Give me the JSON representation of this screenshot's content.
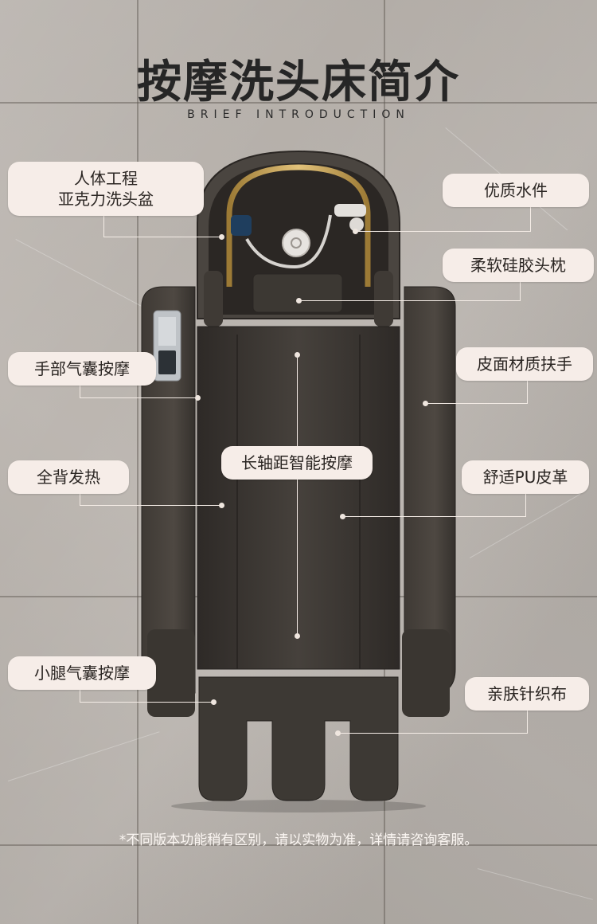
{
  "header": {
    "title": "按摩洗头床简介",
    "subtitle": "BRIEF INTRODUCTION"
  },
  "labels": {
    "basin": [
      "人体工程",
      "亚克力洗头盆"
    ],
    "water_fittings": "优质水件",
    "pillow": "柔软硅胶头枕",
    "hand_airbag": "手部气囊按摩",
    "armrest": "皮面材质扶手",
    "long_axis": "长轴距智能按摩",
    "back_heat": "全背发热",
    "pu_leather": "舒适PU皮革",
    "calf_airbag": "小腿气囊按摩",
    "knit_fabric": "亲肤针织布"
  },
  "footnote": "*不同版本功能稍有区别，请以实物为准，详情请咨询客服。",
  "colors": {
    "label_bg": "#f6ede8",
    "bed_body": "#3b3733",
    "gold_frame": "#c9a24a",
    "text_dark": "#262626"
  },
  "icons": [
    "massage-bed-illustration",
    "faucet-icon",
    "drain-icon",
    "control-panel-icon"
  ]
}
